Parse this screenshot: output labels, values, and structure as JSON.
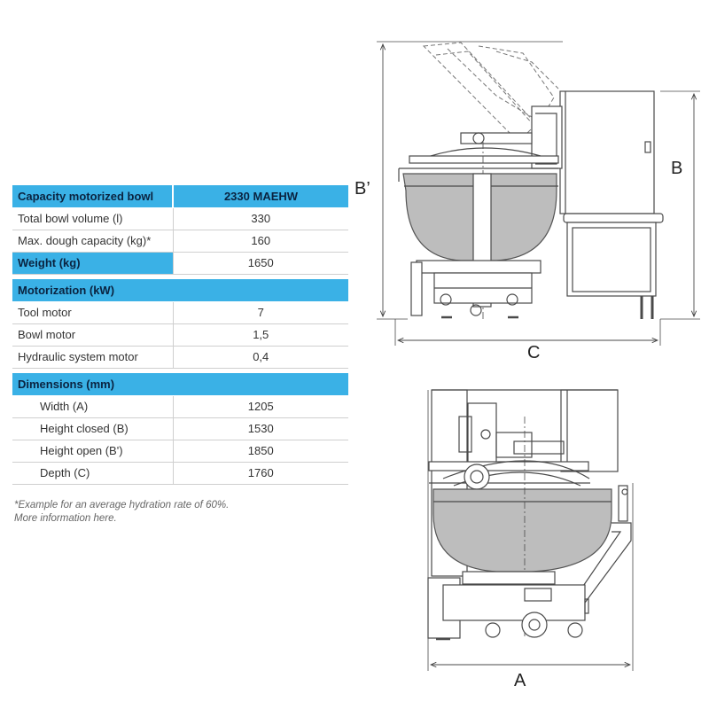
{
  "capacity": {
    "header_label": "Capacity motorized bowl",
    "model": "2330 MAEHW",
    "rows": [
      {
        "label": "Total bowl volume (l)",
        "value": "330"
      },
      {
        "label": "Max. dough capacity (kg)*",
        "value": "160"
      }
    ]
  },
  "weight": {
    "label": "Weight (kg)",
    "value": "1650"
  },
  "motorization": {
    "header_label": "Motorization (kW)",
    "rows": [
      {
        "label": "Tool motor",
        "value": "7"
      },
      {
        "label": "Bowl motor",
        "value": "1,5"
      },
      {
        "label": "Hydraulic system motor",
        "value": "0,4"
      }
    ]
  },
  "dimensions": {
    "header_label": "Dimensions (mm)",
    "rows": [
      {
        "label": "Width (A)",
        "value": "1205"
      },
      {
        "label": "Height closed (B)",
        "value": "1530"
      },
      {
        "label": "Height open (B')",
        "value": "1850"
      },
      {
        "label": "Depth (C)",
        "value": "1760"
      }
    ]
  },
  "footnote": {
    "line1": "*Example for an average hydration rate of 60%.",
    "line2": "More information here."
  },
  "drawing_labels": {
    "b_prime": "B’",
    "b": "B",
    "c": "C",
    "a": "A"
  },
  "colors": {
    "header_blue": "#3ab1e6",
    "header_text": "#0a2340",
    "line": "#4a4a4a"
  }
}
